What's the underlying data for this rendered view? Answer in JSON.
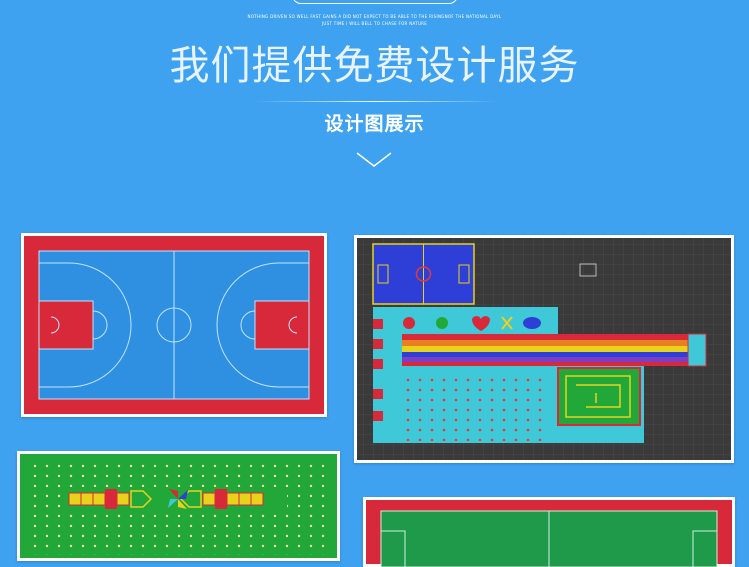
{
  "header": {
    "tagline_line1": "NOTHING DRIVEN SO WELL FAST GAINS A DID NOT EXPECT TO BE ABLE TO THE RISINGNOF THE NATIONAL DAYL",
    "tagline_line2": "JUST TIME I WILL BELL TO CHASE FOR NATURE",
    "title": "我们提供免费设计服务",
    "subtitle": "设计图展示"
  },
  "colors": {
    "background": "#3fa2f0",
    "court_red": "#d8293a",
    "court_blue": "#2f8fe0",
    "court_green": "#22a838",
    "grid_dark": "#3a3a3a",
    "cyan_area": "#3fc8d8"
  },
  "gallery": [
    {
      "icon": "basketball-court-design"
    },
    {
      "icon": "playground-grid-design"
    },
    {
      "icon": "green-game-court-design"
    },
    {
      "icon": "green-football-court-design"
    }
  ]
}
